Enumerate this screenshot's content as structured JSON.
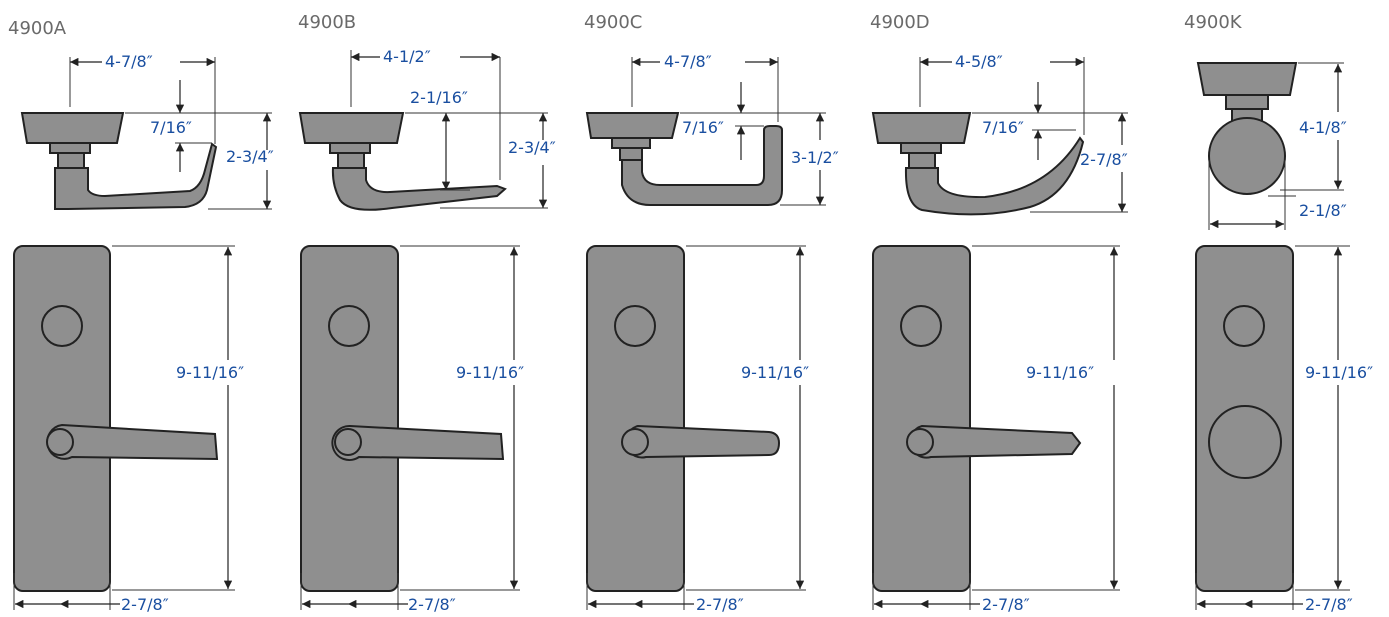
{
  "models": [
    {
      "name": "4900A",
      "dims": {
        "width": "4-7/8″",
        "clearance": "7/16″",
        "height": "2-3/4″",
        "plate_height": "9-11/16″",
        "plate_width": "2-7/8″"
      }
    },
    {
      "name": "4900B",
      "dims": {
        "width": "4-1/2″",
        "clearance": "2-1/16″",
        "height": "2-3/4″",
        "plate_height": "9-11/16″",
        "plate_width": "2-7/8″"
      }
    },
    {
      "name": "4900C",
      "dims": {
        "width": "4-7/8″",
        "clearance": "7/16″",
        "height": "3-1/2″",
        "plate_height": "9-11/16″",
        "plate_width": "2-7/8″"
      }
    },
    {
      "name": "4900D",
      "dims": {
        "width": "4-5/8″",
        "clearance": "7/16″",
        "height": "2-7/8″",
        "plate_height": "9-11/16″",
        "plate_width": "2-7/8″"
      }
    },
    {
      "name": "4900K",
      "dims": {
        "height": "4-1/8″",
        "diameter": "2-1/8″",
        "plate_height": "9-11/16″",
        "plate_width": "2-7/8″"
      }
    }
  ],
  "colors": {
    "part_fill": "#8f8f8f",
    "outline": "#222222",
    "dimension_text": "#1a4fa0",
    "model_text": "#6a6a6a"
  }
}
